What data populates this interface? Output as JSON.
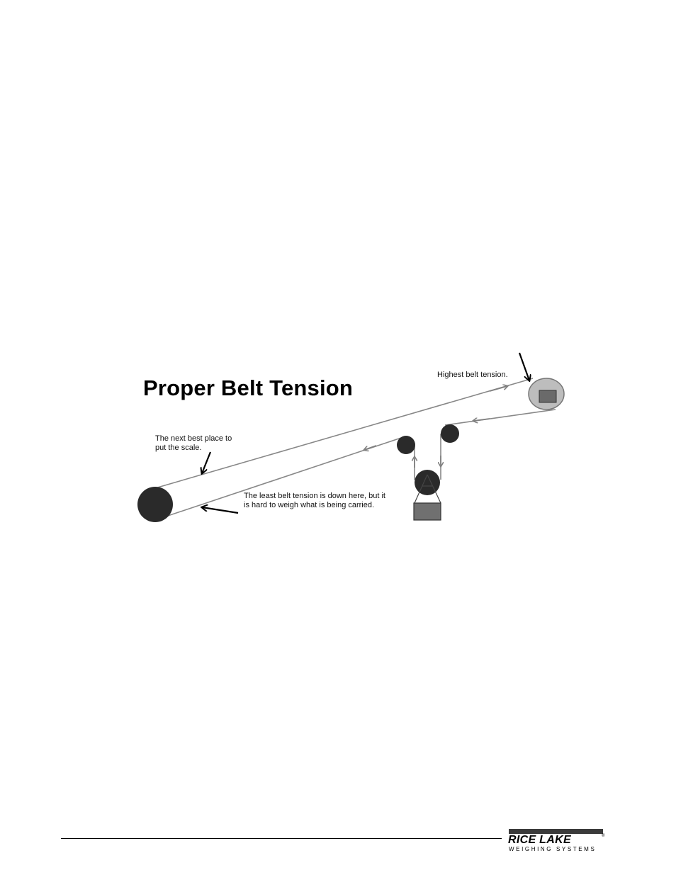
{
  "figure": {
    "title": "Proper Belt Tension",
    "labels": {
      "highest": "Highest belt tension.",
      "next_best_line1": "The next best place to",
      "next_best_line2": "put the scale.",
      "least_line1": "The least belt tension is down here, but it",
      "least_line2": "is hard to weigh what is being carried."
    }
  },
  "footer": {
    "logo_main": "RICE LAKE",
    "logo_reg": "®",
    "logo_sub": "WEIGHING SYSTEMS"
  },
  "colors": {
    "belt": "#888888",
    "pulley": "#2a2a2a",
    "head_pulley": "#bdbdbd",
    "weight_box": "#707070",
    "rule": "#000000"
  }
}
